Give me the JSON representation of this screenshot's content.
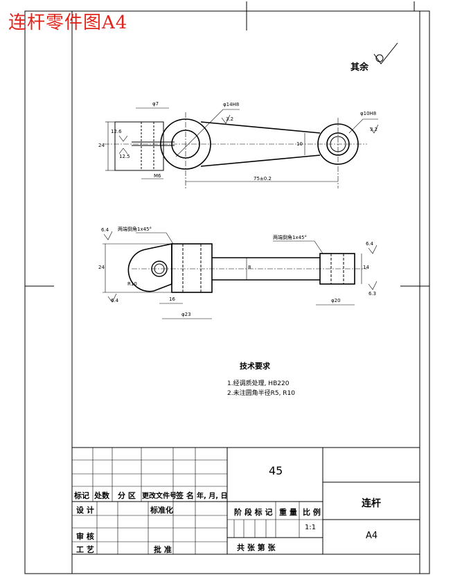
{
  "header": {
    "title": "连杆零件图A4"
  },
  "surface_finish": {
    "label": "其余"
  },
  "top_view": {
    "phi7": "φ7",
    "phi14": "φ14H8",
    "ra_left_big": "3.2",
    "phi10": "φ10H8",
    "ra_right": "3.2",
    "d126": "12.6",
    "d125": "12.5",
    "d24": "24",
    "m6": "M6",
    "d10": "10",
    "center_dist": "75±0.2"
  },
  "front_view": {
    "chamfer_left": "两端倒角1x45°",
    "chamfer_right": "两端倒角1x45°",
    "ra64_left": "6.4",
    "ra64_bottom": "6.4",
    "ra64_right": "6.4",
    "ra63_right": "6.3",
    "h24": "24",
    "r10": "R10",
    "w16": "16",
    "phi23": "φ23",
    "h8": "8",
    "h14": "14",
    "phi20": "φ20"
  },
  "tech_req": {
    "title": "技术要求",
    "items": [
      "1.经调质处理, HB220",
      "2.未注圆角半径R5, R10"
    ]
  },
  "title_block": {
    "material": "45",
    "part_name": "连杆",
    "size": "A4",
    "scale_value": "1:1",
    "h_mark": "标记",
    "h_count": "处数",
    "h_zone": "分 区",
    "h_docno": "更改文件号",
    "h_sign": "签 名",
    "h_date": "年, 月, 日",
    "h_design": "设 计",
    "h_standard": "标准化",
    "h_stage": "阶 段 标 记",
    "h_weight": "重 量",
    "h_scale": "比 例",
    "h_review": "审 核",
    "h_process": "工 艺",
    "h_approve": "批 准",
    "h_sheets": "共    张 第    张"
  }
}
